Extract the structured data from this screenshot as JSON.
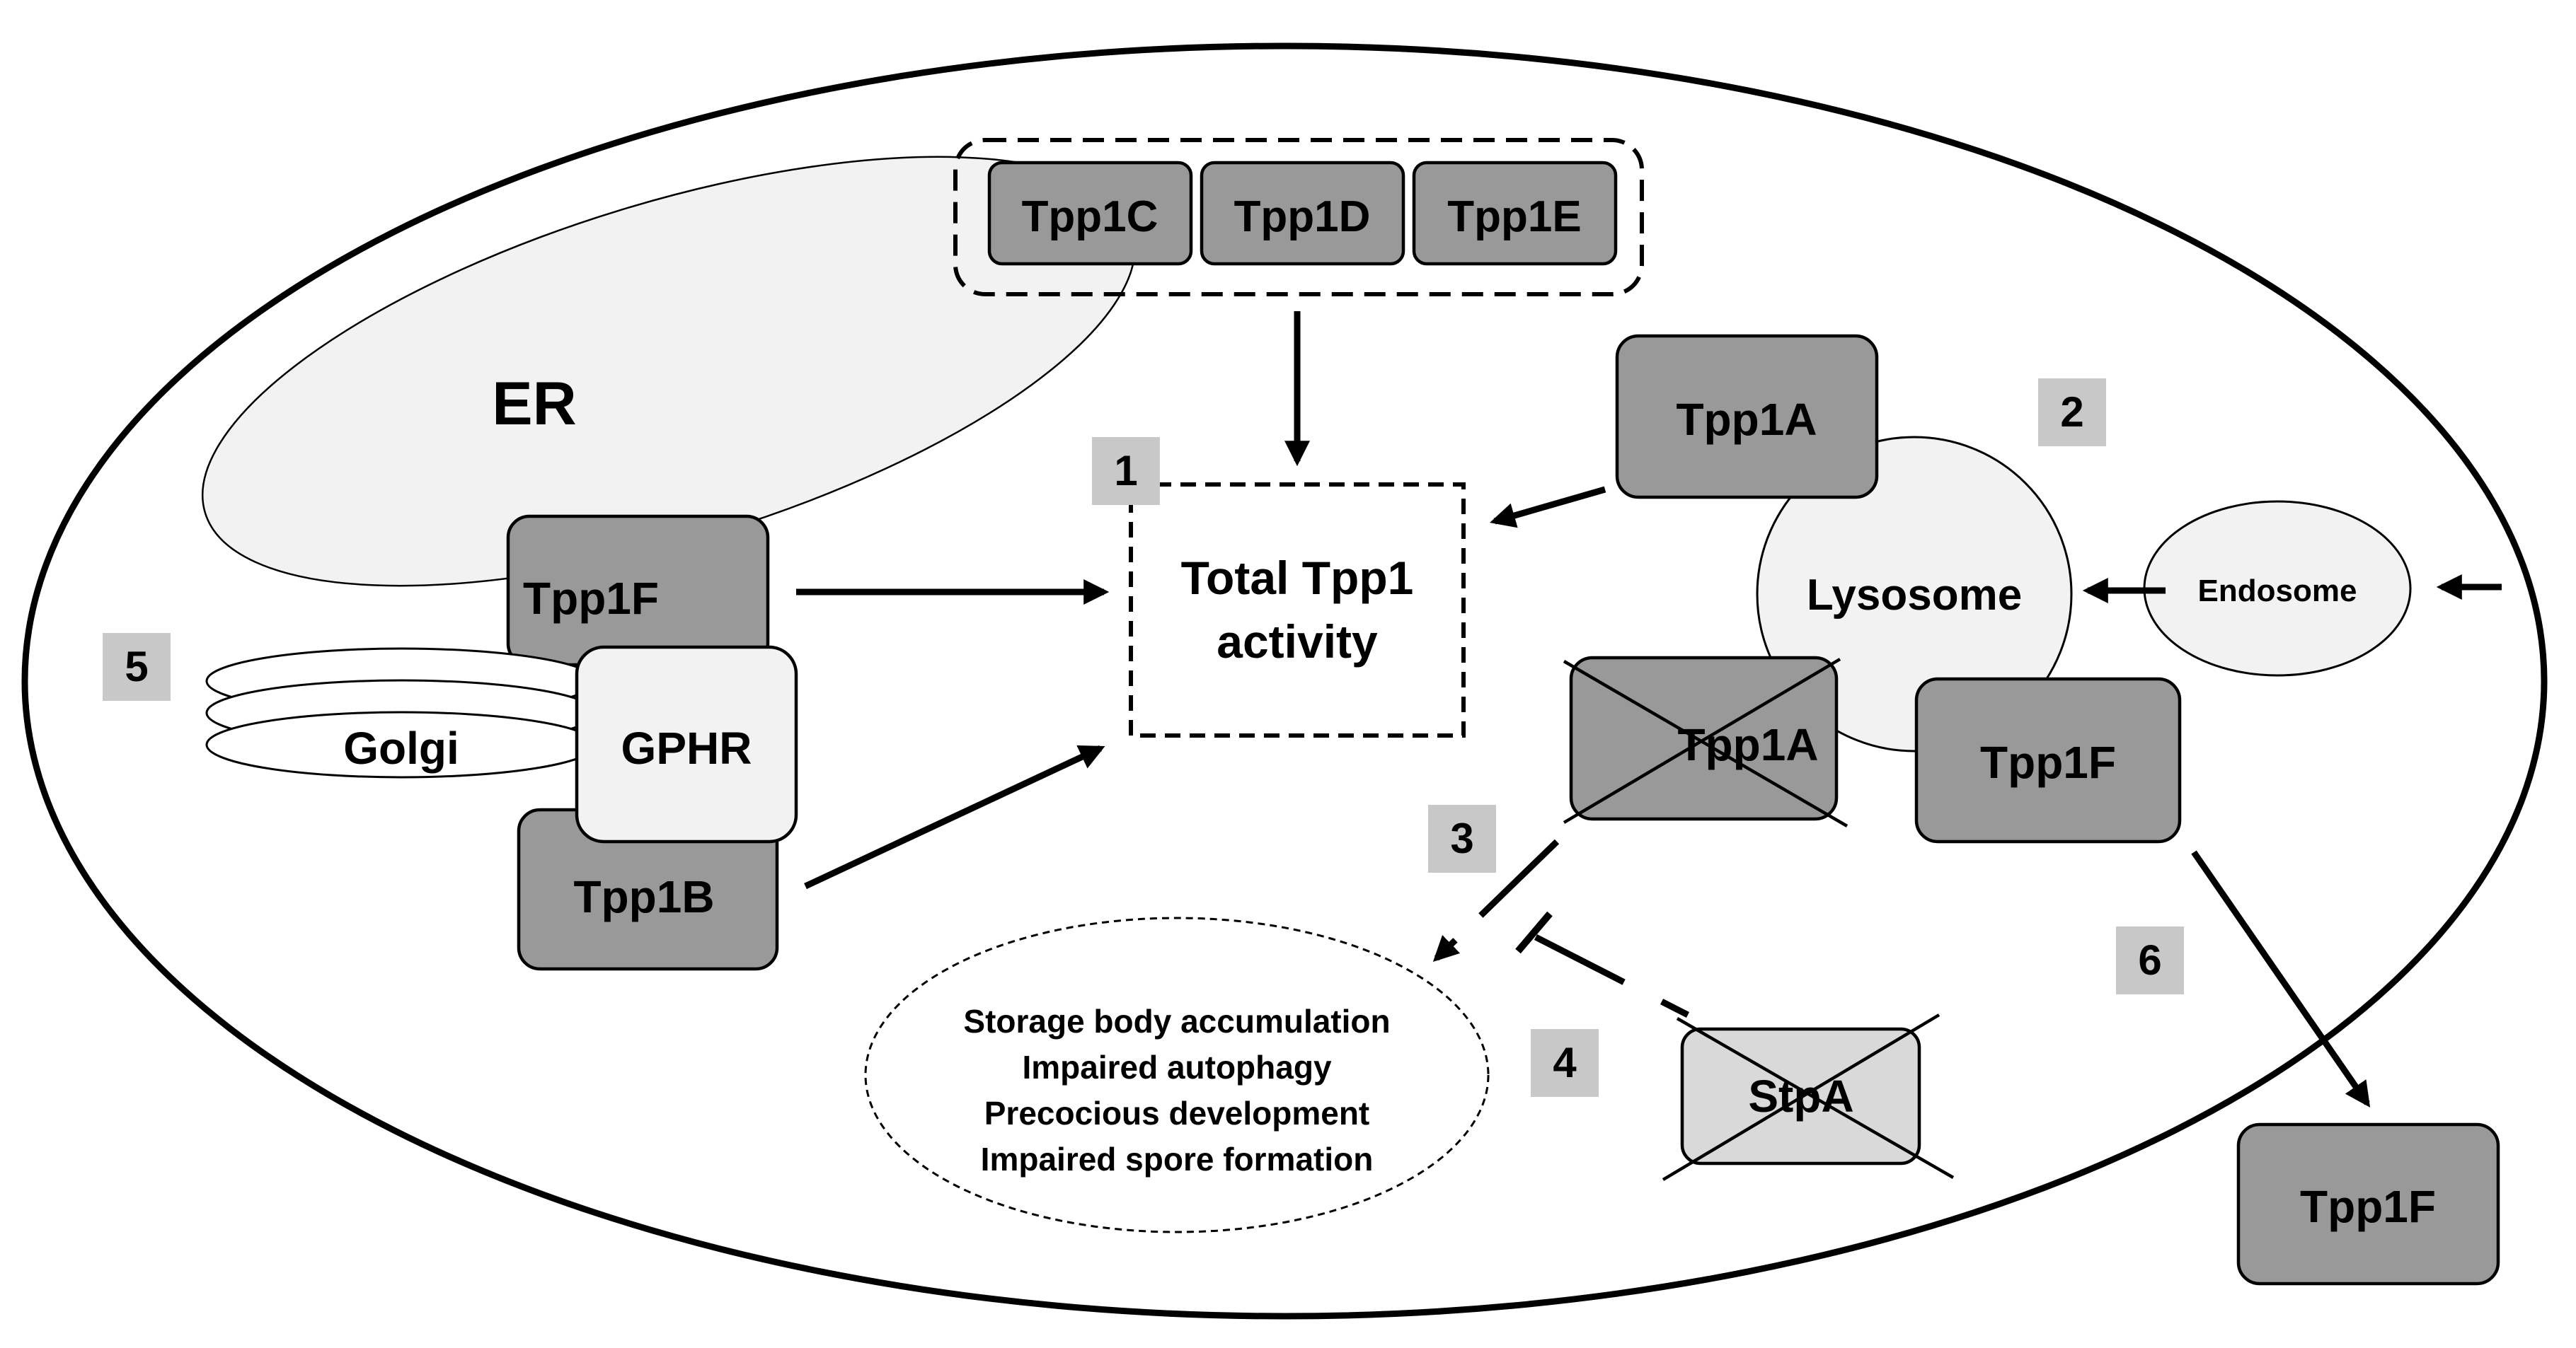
{
  "labels": {
    "er": "ER",
    "golgi": "Golgi",
    "gphr": "GPHR",
    "tpp1f_er": "Tpp1F",
    "tpp1b": "Tpp1B",
    "tpp1c": "Tpp1C",
    "tpp1d": "Tpp1D",
    "tpp1e": "Tpp1E",
    "total_line1": "Total Tpp1",
    "total_line2": "activity",
    "tpp1a_top": "Tpp1A",
    "lysosome": "Lysosome",
    "endosome": "Endosome",
    "tpp1a_crossed": "Tpp1A",
    "tpp1f_lys": "Tpp1F",
    "tpp1f_out": "Tpp1F",
    "stpa": "StpA"
  },
  "phenotypes": [
    "Storage body accumulation",
    "Impaired autophagy",
    "Precocious development",
    "Impaired spore formation"
  ],
  "badges": {
    "b1": "1",
    "b2": "2",
    "b3": "3",
    "b4": "4",
    "b5": "5",
    "b6": "6"
  },
  "colors": {
    "dark_box": "#999999",
    "light_box": "#d9d9d9",
    "pale_fill": "#f2f2f2",
    "badge": "#c8c8c8"
  }
}
